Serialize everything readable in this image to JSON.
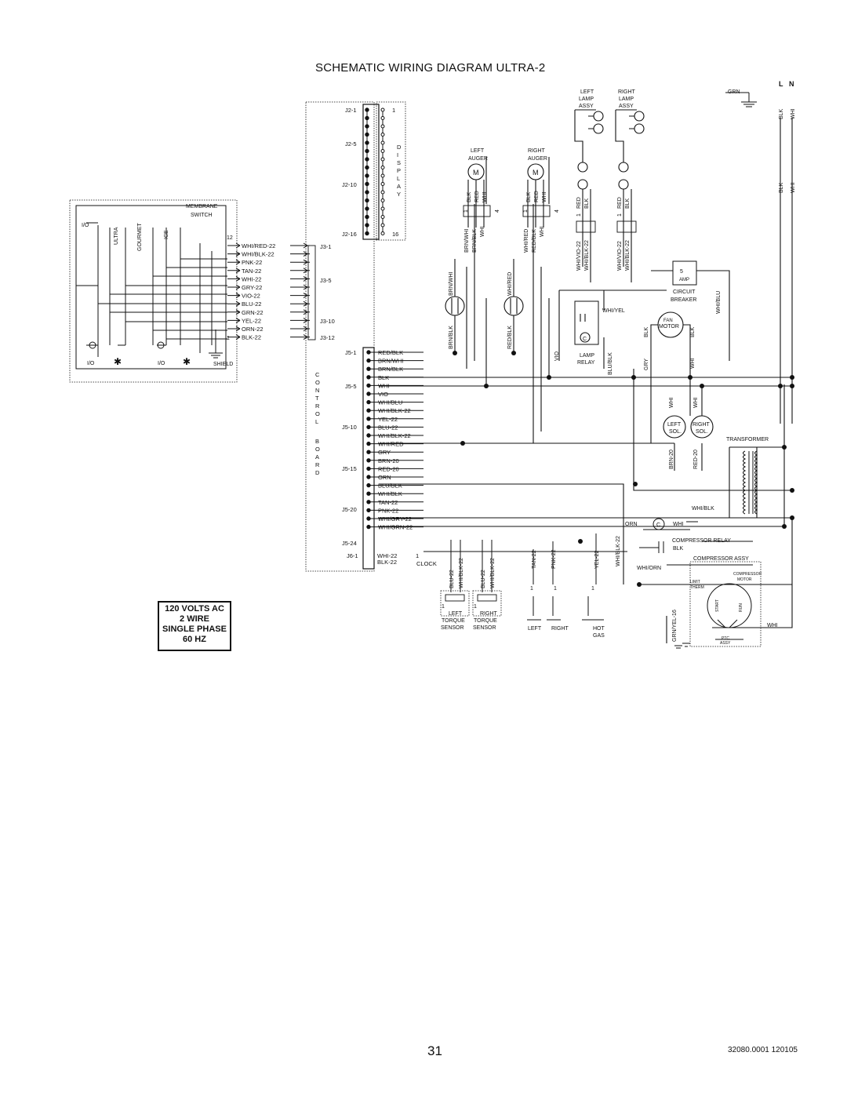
{
  "title": "SCHEMATIC WIRING DIAGRAM  ULTRA-2",
  "spec": {
    "line1": "120 VOLTS AC",
    "line2": "2 WIRE",
    "line3": "SINGLE PHASE",
    "line4": "60 HZ"
  },
  "footer": {
    "page_number": "31",
    "doc_code": "32080.0001 120105"
  },
  "membrane_switch": {
    "title1": "MEMBRANE",
    "title2": "SWITCH",
    "buttons": [
      "I/O",
      "ULTRA",
      "GOURMET",
      "ICE"
    ],
    "bottom_labels": [
      "I/O",
      "I/O"
    ],
    "pin_top": "12",
    "pin_bottom": "1",
    "shield": "SHIELD"
  },
  "j3_wires": [
    "WHI/RED-22",
    "WHI/BLK-22",
    "PNK-22",
    "TAN-22",
    "WHI-22",
    "GRY-22",
    "VIO-22",
    "BLU-22",
    "GRN-22",
    "YEL-22",
    "ORN-22",
    "BLK-22"
  ],
  "j3_labels": [
    "J3-1",
    "J3-5",
    "J3-10",
    "J3-12"
  ],
  "display": {
    "letters": [
      "D",
      "I",
      "S",
      "P",
      "L",
      "A",
      "Y"
    ],
    "pins": [
      "1",
      "16"
    ],
    "j2": [
      "J2-1",
      "J2-5",
      "J2-10",
      "J2-16"
    ]
  },
  "control_board": {
    "letters": [
      "C",
      "O",
      "N",
      "T",
      "R",
      "O",
      "L",
      "B",
      "O",
      "A",
      "R",
      "D"
    ],
    "j5": [
      "J5-1",
      "J5-5",
      "J5-10",
      "J5-15",
      "J5-20",
      "J5-24"
    ],
    "j6": "J6-1"
  },
  "j5_wires": [
    "RED/BLK",
    "BRN/WHI",
    "BRN/BLK",
    "BLK",
    "WHI",
    "VIO",
    "WHI/BLU",
    "WHI/BLK-22",
    "YEL-22",
    "BLU-22",
    "WHI/BLK-22",
    "WHI/RED",
    "GRY",
    "BRN-20",
    "RED-20",
    "ORN",
    "BLU/BLK",
    "WHI/BLK",
    "TAN-22",
    "PNK-22",
    "WHI/GRY-22",
    "WHI/GRN-22"
  ],
  "j6_wires": [
    "WHI-22",
    "BLK-22"
  ],
  "clock": {
    "label": "CLOCK",
    "pin": "1"
  },
  "augers": {
    "left": {
      "label1": "LEFT",
      "label2": "AUGER",
      "symbol": "M",
      "wires": [
        "BLK",
        "RED",
        "WHI"
      ],
      "pins": [
        "1",
        "4"
      ],
      "lower": [
        "BRN/WHI",
        "BRN/BLK",
        "WHI"
      ]
    },
    "right": {
      "label1": "RIGHT",
      "label2": "AUGER",
      "symbol": "M",
      "wires": [
        "BLK",
        "RED",
        "WHI"
      ],
      "pins": [
        "1",
        "4"
      ],
      "lower": [
        "WHI/RED",
        "RED/BLK",
        "WHI"
      ]
    }
  },
  "auger_caps": {
    "left": [
      "BRN/WHI",
      "BRN/BLK"
    ],
    "right": [
      "WHI/RED",
      "RED/BLK"
    ]
  },
  "lamps": {
    "left": {
      "label1": "LEFT",
      "label2": "LAMP",
      "label3": "ASSY",
      "wires": [
        "RED",
        "BLK"
      ],
      "pin": "1",
      "lower": [
        "WHI/VIO-22",
        "WHI/BLK-22"
      ]
    },
    "right": {
      "label1": "RIGHT",
      "label2": "LAMP",
      "label3": "ASSY",
      "wires": [
        "RED",
        "BLK"
      ],
      "pin": "1",
      "lower": [
        "WHI/VIO-22",
        "WHI/BLK-22"
      ]
    }
  },
  "lamp_relay": {
    "label1": "LAMP",
    "label2": "RELAY",
    "coil": "C",
    "wires": [
      "WHI/YEL",
      "VIO",
      "BLU/BLK"
    ]
  },
  "power": {
    "grn": "GRN",
    "l": "L",
    "n": "N",
    "upper": [
      "BLK",
      "WHI"
    ],
    "lower": [
      "BLK",
      "WHI"
    ]
  },
  "breaker": {
    "value": "5",
    "unit": "AMP",
    "label1": "CIRCUIT",
    "label2": "BREAKER",
    "wire": "WHI/BLU"
  },
  "fan": {
    "label1": "FAN",
    "label2": "MOTOR",
    "wires": [
      "BLK",
      "BLK",
      "GRY",
      "WHI"
    ]
  },
  "solenoids": {
    "left": [
      "LEFT",
      "SOL."
    ],
    "right": [
      "RIGHT",
      "SOL."
    ],
    "upper": [
      "WHI",
      "WHI"
    ],
    "lower": [
      "BRN-20",
      "RED-20"
    ]
  },
  "transformer": {
    "label": "TRANSFORMER",
    "wire": "WHI/BLK"
  },
  "compressor_relay": {
    "label": "COMPRESSOR RELAY",
    "coil": "C",
    "wires": [
      "ORN",
      "WHI",
      "BLK",
      "WHI/ORN",
      "WHI/BLK-22"
    ]
  },
  "compressor": {
    "label": "COMPRESSOR ASSY",
    "motor1": "COMPRESSOR",
    "motor2": "MOTOR",
    "limit1": "LIMIT",
    "limit2": "THERM",
    "start": "START",
    "run": "RUN",
    "ptc1": "PTC",
    "ptc2": "ASSY",
    "ground": "GRN/YEL-16",
    "whi": "WHI"
  },
  "sensors": {
    "left": {
      "wires": [
        "BLU-22",
        "WHI/BLK-22"
      ],
      "labels": [
        "LEFT",
        "TORQUE",
        "SENSOR"
      ],
      "pin": "1"
    },
    "right": {
      "wires": [
        "BLU-22",
        "WHI/BLK-22"
      ],
      "labels": [
        "RIGHT",
        "TORQUE",
        "SENSOR"
      ],
      "pin": "1"
    }
  },
  "gas": {
    "wires": [
      "TAN-22",
      "PNK-22",
      "YEL-22"
    ],
    "pins": [
      "1",
      "1",
      "1"
    ],
    "labels": [
      "LEFT",
      "RIGHT",
      "HOT",
      "GAS"
    ]
  }
}
